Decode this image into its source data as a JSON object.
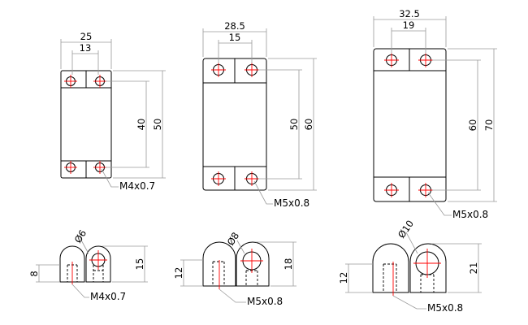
{
  "blocks": [
    {
      "name": "m4",
      "width_outer": "25",
      "width_inner": "13",
      "height_inner": "40",
      "height_outer": "50",
      "thread_label": "M4x0.7"
    },
    {
      "name": "m5-small",
      "width_outer": "28.5",
      "width_inner": "15",
      "height_inner": "50",
      "height_outer": "60",
      "thread_label": "M5x0.8"
    },
    {
      "name": "m5-large",
      "width_outer": "32.5",
      "width_inner": "19",
      "height_inner": "60",
      "height_outer": "70",
      "thread_label": "M5x0.8"
    }
  ],
  "profiles": [
    {
      "name": "m4",
      "diameter": "Ø6",
      "height": "15",
      "left_height": "8",
      "thread_label": "M4x0.7"
    },
    {
      "name": "m5-small",
      "diameter": "Ø8",
      "height": "18",
      "left_height": "12",
      "thread_label": "M5x0.8"
    },
    {
      "name": "m5-large",
      "diameter": "Ø10",
      "height": "21",
      "left_height": "12",
      "thread_label": "M5x0.8"
    }
  ]
}
